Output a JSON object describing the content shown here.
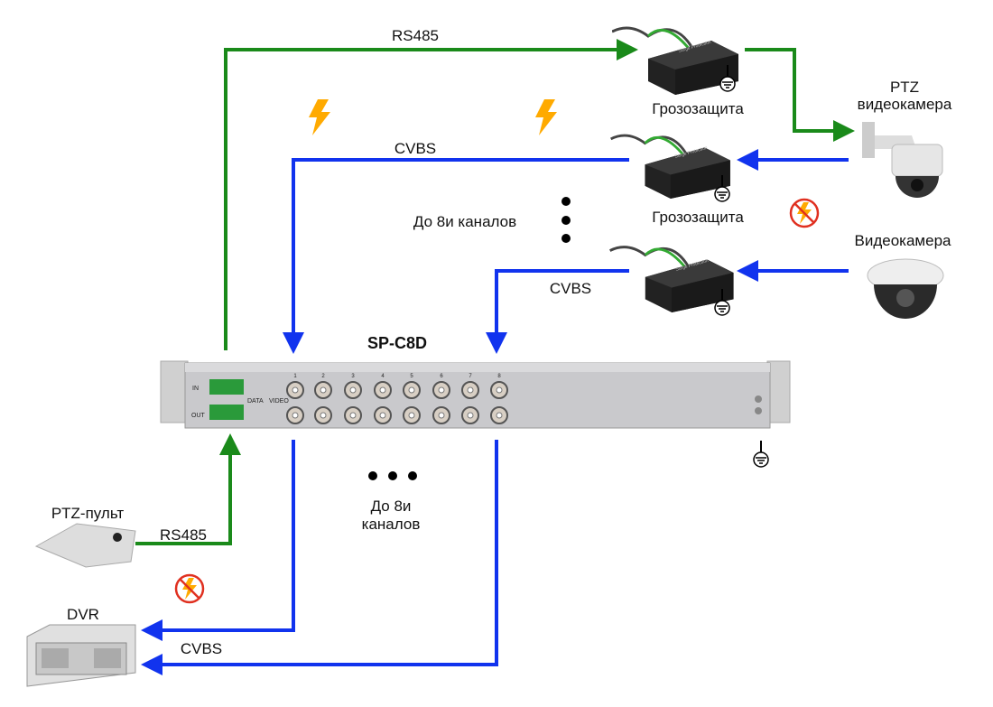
{
  "labels": {
    "rs485_top": "RS485",
    "cvbs_top": "CVBS",
    "cvbs_mid": "CVBS",
    "surge_1": "Грозозащита",
    "surge_2": "Грозозащита",
    "ptz_camera_line1": "PTZ",
    "ptz_camera_line2": "видеокамера",
    "camera": "Видеокамера",
    "channels_top": "До 8и каналов",
    "device_name": "SP-C8D",
    "channels_bottom_line1": "До 8и",
    "channels_bottom_line2": "каналов",
    "ptz_console": "PTZ-пульт",
    "rs485_bottom": "RS485",
    "dvr": "DVR",
    "cvbs_bottom": "CVBS"
  },
  "panel": {
    "data_label": "DATA",
    "video_label": "VIDEO",
    "in_label": "IN",
    "out_label": "OUT",
    "channels": [
      "1",
      "2",
      "3",
      "4",
      "5",
      "6",
      "7",
      "8"
    ]
  },
  "device_label": "Surge Protection",
  "colors": {
    "rs485": "#1a8a1a",
    "cvbs": "#1133ee",
    "lightning": "#ffaa00",
    "forbidden": "#e03020"
  },
  "icons": [
    "lightning-icon",
    "no-lightning-icon",
    "ground-icon"
  ]
}
